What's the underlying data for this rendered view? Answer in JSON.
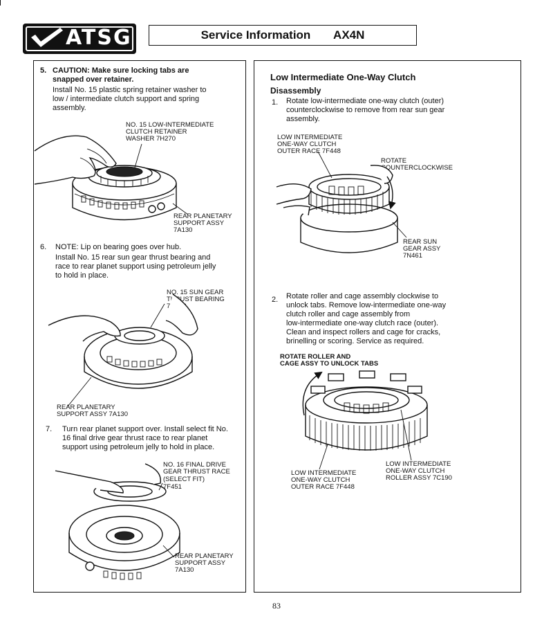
{
  "header": {
    "logo_text": "ATSG",
    "title": "Service Information",
    "model": "AX4N"
  },
  "left": {
    "step5": {
      "num": "5.",
      "caution_line1": "CAUTION: Make sure locking tabs are",
      "caution_line2": "snapped over retainer.",
      "body_lines": [
        "Install No. 15 plastic spring retainer washer to",
        "low / intermediate clutch support and spring",
        "assembly."
      ],
      "label_washer": [
        "NO. 15 LOW-INTERMEDIATE",
        "CLUTCH RETAINER",
        "WASHER 7H270"
      ],
      "label_support": [
        "REAR PLANETARY",
        "SUPPORT ASSY",
        "7A130"
      ]
    },
    "step6": {
      "num": "6.",
      "note": "NOTE: Lip on bearing goes over hub.",
      "body_lines": [
        "Install No. 15 rear sun gear thrust bearing and",
        "race to rear planet support using petroleum jelly",
        "to hold in place."
      ],
      "label_bearing": [
        "NO. 15 SUN GEAR",
        "THRUST BEARING",
        "7G178"
      ],
      "label_support": [
        "REAR PLANETARY",
        "SUPPORT ASSY 7A130"
      ]
    },
    "step7": {
      "num": "7.",
      "body_lines": [
        "Turn rear planet support over. Install select fit No.",
        "16 final drive gear thrust race to rear planet",
        "support using petroleum jelly to hold in place."
      ],
      "label_race": [
        "NO. 16 FINAL DRIVE",
        "GEAR THRUST RACE",
        "(SELECT FIT)",
        "7F451"
      ],
      "label_support": [
        "REAR PLANETARY",
        "SUPPORT ASSY",
        "7A130"
      ]
    }
  },
  "right": {
    "heading": "Low Intermediate One-Way Clutch",
    "subheading": "Disassembly",
    "step1": {
      "num": "1.",
      "body_lines": [
        "Rotate low-intermediate one-way clutch (outer)",
        "counterclockwise to remove from rear sun gear",
        "assembly."
      ],
      "label_outer_race": [
        "LOW INTERMEDIATE",
        "ONE-WAY CLUTCH",
        "OUTER RACE 7F448"
      ],
      "label_rotate": [
        "ROTATE",
        "COUNTERCLOCKWISE"
      ],
      "label_sun_gear": [
        "REAR SUN",
        "GEAR ASSY",
        "7N461"
      ]
    },
    "step2": {
      "num": "2.",
      "body_lines": [
        "Rotate roller and cage assembly clockwise to",
        "unlock tabs. Remove low-intermediate one-way",
        "clutch roller and cage assembly from",
        "low-intermediate one-way clutch race (outer).",
        "Clean and inspect rollers and cage for cracks,",
        "brinelling or scoring. Service as required."
      ],
      "label_rotate_roller": [
        "ROTATE ROLLER AND",
        "CAGE ASSY TO UNLOCK TABS"
      ],
      "label_outer_race": [
        "LOW INTERMEDIATE",
        "ONE-WAY CLUTCH",
        "OUTER RACE 7F448"
      ],
      "label_roller": [
        "LOW INTERMEDIATE",
        "ONE-WAY CLUTCH",
        "ROLLER ASSY 7C190"
      ]
    }
  },
  "footer": {
    "page_number": "83"
  }
}
